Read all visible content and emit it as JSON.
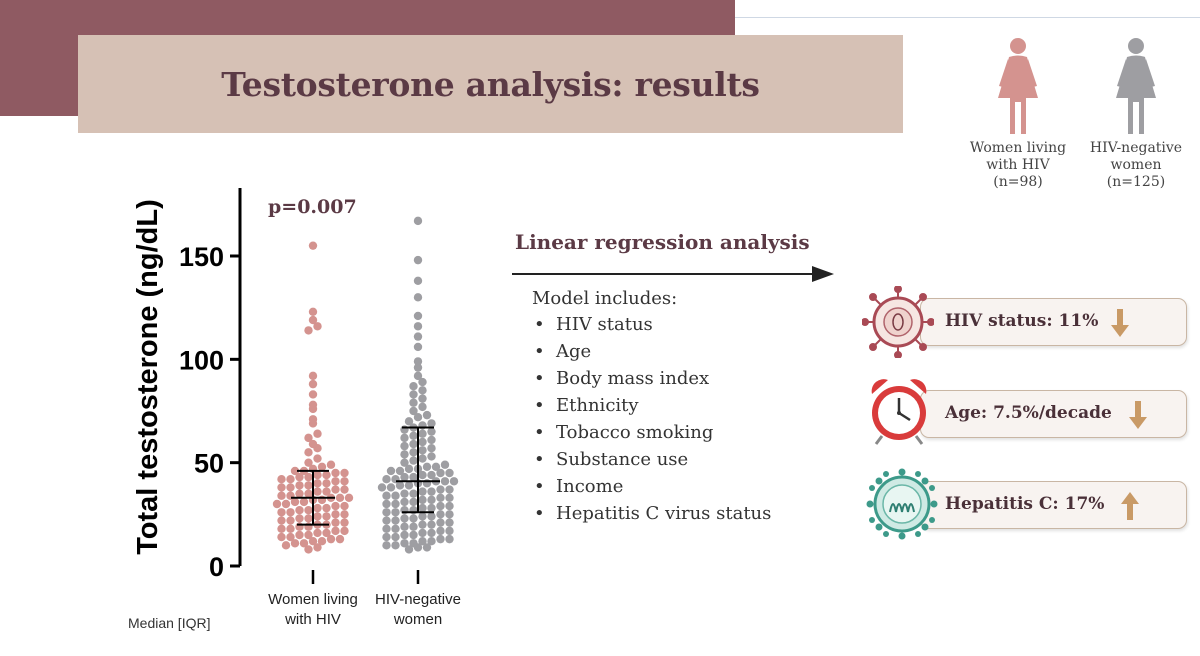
{
  "title": "Testosterone analysis: results",
  "colors": {
    "hiv": "#d4938f",
    "neg": "#9e9ea2",
    "accent": "#5b3a45",
    "band": "#8f5a62",
    "titlebox": "#d6c1b5",
    "arrow": "#c99a66"
  },
  "legend": [
    {
      "icon": "woman-figure-icon",
      "color": "#d4938f",
      "line1": "Women living",
      "line2": "with HIV",
      "line3": "(n=98)"
    },
    {
      "icon": "woman-figure-icon",
      "color": "#9e9ea2",
      "line1": "HIV-negative",
      "line2": "women",
      "line3": "(n=125)"
    }
  ],
  "chart_data": {
    "type": "scatter",
    "ylabel": "Total testosterone (ng/dL)",
    "yticks": [
      0,
      50,
      100,
      150
    ],
    "ylim": [
      0,
      180
    ],
    "annotation": "p=0.007",
    "footnote": "Median [IQR]",
    "categories": [
      "Women living with HIV",
      "HIV-negative women"
    ],
    "series": [
      {
        "name": "Women living with HIV",
        "n": 98,
        "median": 33,
        "q1": 20,
        "q3": 46,
        "values": [
          155,
          123,
          119,
          116,
          114,
          92,
          88,
          83,
          78,
          76,
          71,
          69,
          64,
          62,
          59,
          57,
          55,
          52,
          50,
          49,
          48,
          47,
          46,
          46,
          45,
          45,
          44,
          44,
          43,
          43,
          42,
          42,
          41,
          41,
          40,
          40,
          39,
          39,
          38,
          38,
          37,
          37,
          36,
          36,
          35,
          35,
          34,
          34,
          33,
          33,
          33,
          32,
          32,
          31,
          31,
          30,
          30,
          29,
          29,
          28,
          28,
          27,
          27,
          26,
          26,
          25,
          25,
          24,
          24,
          23,
          23,
          22,
          22,
          21,
          21,
          20,
          20,
          19,
          19,
          18,
          18,
          17,
          17,
          16,
          16,
          15,
          15,
          14,
          14,
          13,
          13,
          12,
          12,
          11,
          11,
          10,
          9,
          8
        ]
      },
      {
        "name": "HIV-negative women",
        "n": 125,
        "median": 41,
        "q1": 26,
        "q3": 67,
        "values": [
          167,
          148,
          138,
          130,
          121,
          116,
          111,
          106,
          99,
          96,
          92,
          89,
          87,
          85,
          83,
          81,
          79,
          77,
          75,
          73,
          72,
          70,
          69,
          68,
          67,
          66,
          65,
          64,
          63,
          62,
          61,
          60,
          59,
          58,
          57,
          56,
          55,
          54,
          53,
          52,
          51,
          50,
          49,
          48,
          48,
          47,
          47,
          46,
          46,
          45,
          45,
          44,
          44,
          43,
          43,
          42,
          42,
          41,
          41,
          41,
          40,
          40,
          39,
          39,
          38,
          38,
          37,
          37,
          36,
          36,
          35,
          35,
          34,
          34,
          33,
          33,
          32,
          32,
          31,
          31,
          30,
          30,
          29,
          29,
          28,
          28,
          27,
          27,
          26,
          26,
          25,
          25,
          24,
          24,
          23,
          23,
          22,
          22,
          21,
          21,
          20,
          20,
          19,
          19,
          18,
          18,
          17,
          17,
          16,
          16,
          15,
          15,
          14,
          14,
          13,
          13,
          12,
          12,
          11,
          11,
          10,
          10,
          9,
          9,
          8
        ]
      }
    ]
  },
  "regression": {
    "title": "Linear regression analysis",
    "model_label": "Model includes:",
    "bullet": "•",
    "covariates": [
      "HIV status",
      "Age",
      "Body mass index",
      "Ethnicity",
      "Tobacco smoking",
      "Substance use",
      "Income",
      "Hepatitis C virus status"
    ],
    "results": [
      {
        "icon": "hiv-virus-icon",
        "label": "HIV status: 11%",
        "direction": "down"
      },
      {
        "icon": "alarm-clock-icon",
        "label": "Age: 7.5%/decade",
        "direction": "down"
      },
      {
        "icon": "hepatitis-c-virus-icon",
        "label": "Hepatitis C: 17%",
        "direction": "up"
      }
    ]
  }
}
